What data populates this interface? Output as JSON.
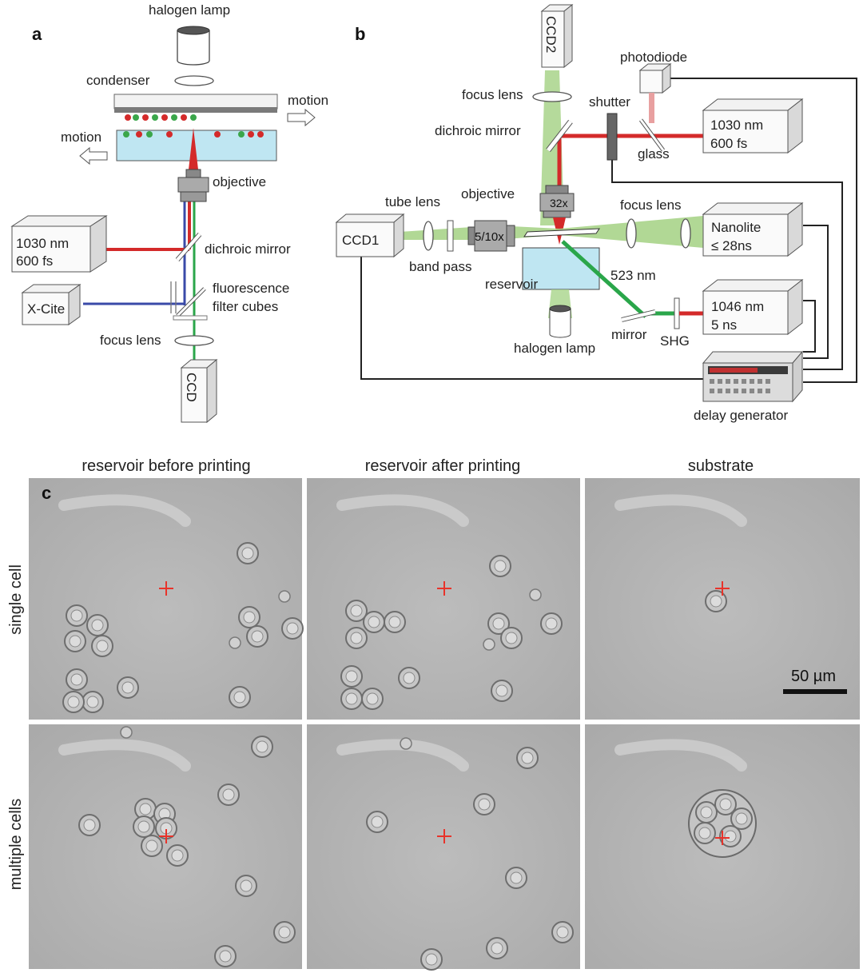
{
  "panel_a": {
    "letter": "a",
    "halogen_lamp": "halogen lamp",
    "condenser": "condenser",
    "motion_right": "motion",
    "motion_left": "motion",
    "objective": "objective",
    "laser_l1": "1030 nm",
    "laser_l2": "600 fs",
    "dichroic_mirror": "dichroic mirror",
    "fluor_l1": "fluorescence",
    "fluor_l2": "filter cubes",
    "xcite": "X-Cite",
    "focus_lens": "focus lens",
    "ccd": "CCD"
  },
  "panel_b": {
    "letter": "b",
    "ccd2": "CCD2",
    "photodiode": "photodiode",
    "focus_lens_top": "focus lens",
    "shutter": "shutter",
    "dichroic_mirror": "dichroic mirror",
    "laser1_l1": "1030 nm",
    "laser1_l2": "600 fs",
    "glass": "glass",
    "tube_lens": "tube lens",
    "objective": "objective",
    "focus_lens_right": "focus lens",
    "mag_32x": "32x",
    "mag_510x": "5/10x",
    "ccd1": "CCD1",
    "nanolite_l1": "Nanolite",
    "nanolite_l2": "≤ 28ns",
    "band_pass": "band pass",
    "reservoir": "reservoir",
    "wavelength_523": "523 nm",
    "laser2_l1": "1046 nm",
    "laser2_l2": "5 ns",
    "mirror": "mirror",
    "shg": "SHG",
    "halogen_lamp": "halogen lamp",
    "delay_generator": "delay generator"
  },
  "panel_c": {
    "letter": "c",
    "col_titles": [
      "reservoir before printing",
      "reservoir after printing",
      "substrate"
    ],
    "row_titles": [
      "single cell",
      "multiple cells"
    ],
    "scale_bar": "50 µm"
  },
  "colors": {
    "red_laser": "#d42a2a",
    "green_laser": "#2aa64a",
    "blue_light": "#3a4aa8",
    "green_beam_light": "#a8d48a",
    "reservoir_fill": "#bfe6f2",
    "micrograph_bg": "#b6b6b6",
    "marker": "#e8332a"
  }
}
